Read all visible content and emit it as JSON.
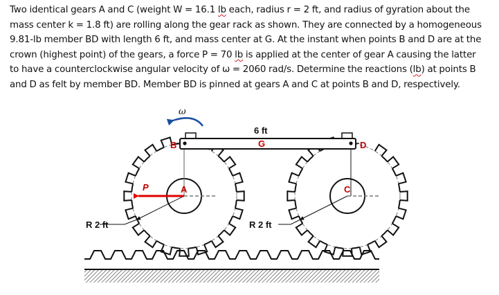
{
  "problem": {
    "lines": [
      [
        "Two identical gears A and C (weight W = 16.1 ",
        "lb",
        " each, radius r = 2 ft, and radius of gyration about the"
      ],
      [
        "mass center k = 1.8 ft) are rolling along the gear rack as shown. They are connected by a homogeneous",
        "",
        ""
      ],
      [
        "9.81-lb member BD with length 6 ft, and mass center at G. At the instant when points B and D are at the",
        "",
        ""
      ],
      [
        "crown (highest point) of the gears, a force P = 70 ",
        "lb",
        " is applied at the center of gear A causing the latter"
      ],
      [
        "to have a counterclockwise angular velocity of ω = 2060 rad/s. Determine the reactions (",
        "lb",
        ") at points B"
      ],
      [
        "and D as felt by member BD. Member BD is pinned at gears A and C at points B and D, respectively.",
        "",
        ""
      ]
    ],
    "values": {
      "gear_weight_lb": 16.1,
      "gear_radius_ft": 2,
      "radius_of_gyration_ft": 1.8,
      "member_weight_lb": 9.81,
      "member_length_ft": 6,
      "force_P_lb": 70,
      "omega_rad_s": 2060
    }
  },
  "figure": {
    "labels": {
      "omega": "ω",
      "length": "6 ft",
      "G": "G",
      "B": "B",
      "D": "D",
      "A": "A",
      "C": "C",
      "P": "P",
      "radius_left": "R 2 ft",
      "radius_right": "R 2 ft"
    },
    "colors": {
      "label_red": "#c00000",
      "force_red": "#e00000",
      "omega_blue": "#1a4fa0",
      "line": "#111111"
    }
  }
}
